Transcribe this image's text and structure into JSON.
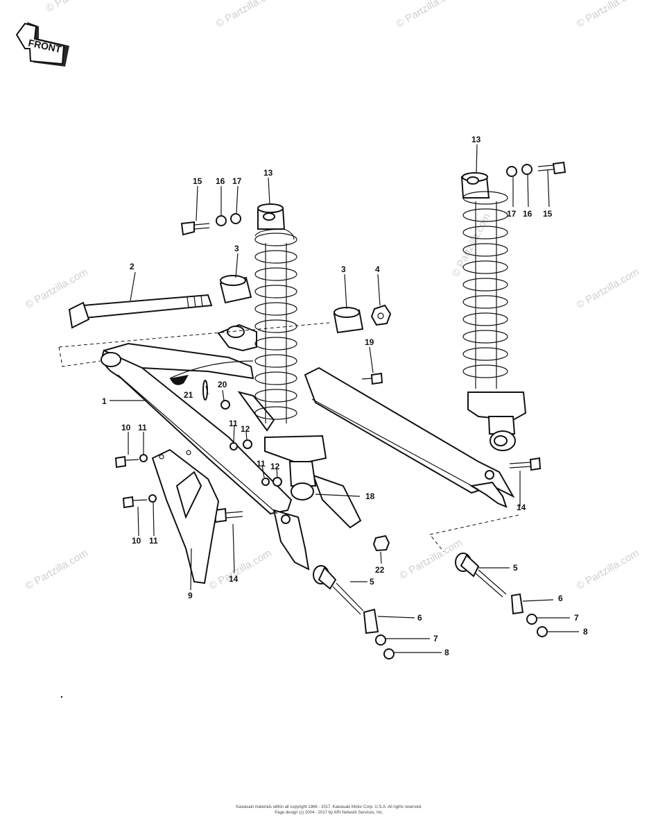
{
  "front_label": "FRONT",
  "watermark": "© Partzilla.com",
  "callouts": {
    "c1": "1",
    "c2": "2",
    "c3a": "3",
    "c3b": "3",
    "c4": "4",
    "c5a": "5",
    "c5b": "5",
    "c6a": "6",
    "c6b": "6",
    "c7a": "7",
    "c7b": "7",
    "c8a": "8",
    "c8b": "8",
    "c9": "9",
    "c10a": "10",
    "c10b": "10",
    "c11a": "11",
    "c11b": "11",
    "c11c": "11",
    "c11d": "11",
    "c12a": "12",
    "c12b": "12",
    "c13a": "13",
    "c13b": "13",
    "c14a": "14",
    "c14b": "14",
    "c15a": "15",
    "c15b": "15",
    "c16a": "16",
    "c16b": "16",
    "c17a": "17",
    "c17b": "17",
    "c18": "18",
    "c19": "19",
    "c20": "20",
    "c21": "21",
    "c22": "22"
  },
  "footer": {
    "line1": "Kawasaki materials within all copyright 1966 - 2017. Kawasaki Motor Corp. U.S.A. All rights reserved.",
    "line2": "Page design (c) 2004 - 2017 by ARI Network Services, Inc."
  }
}
